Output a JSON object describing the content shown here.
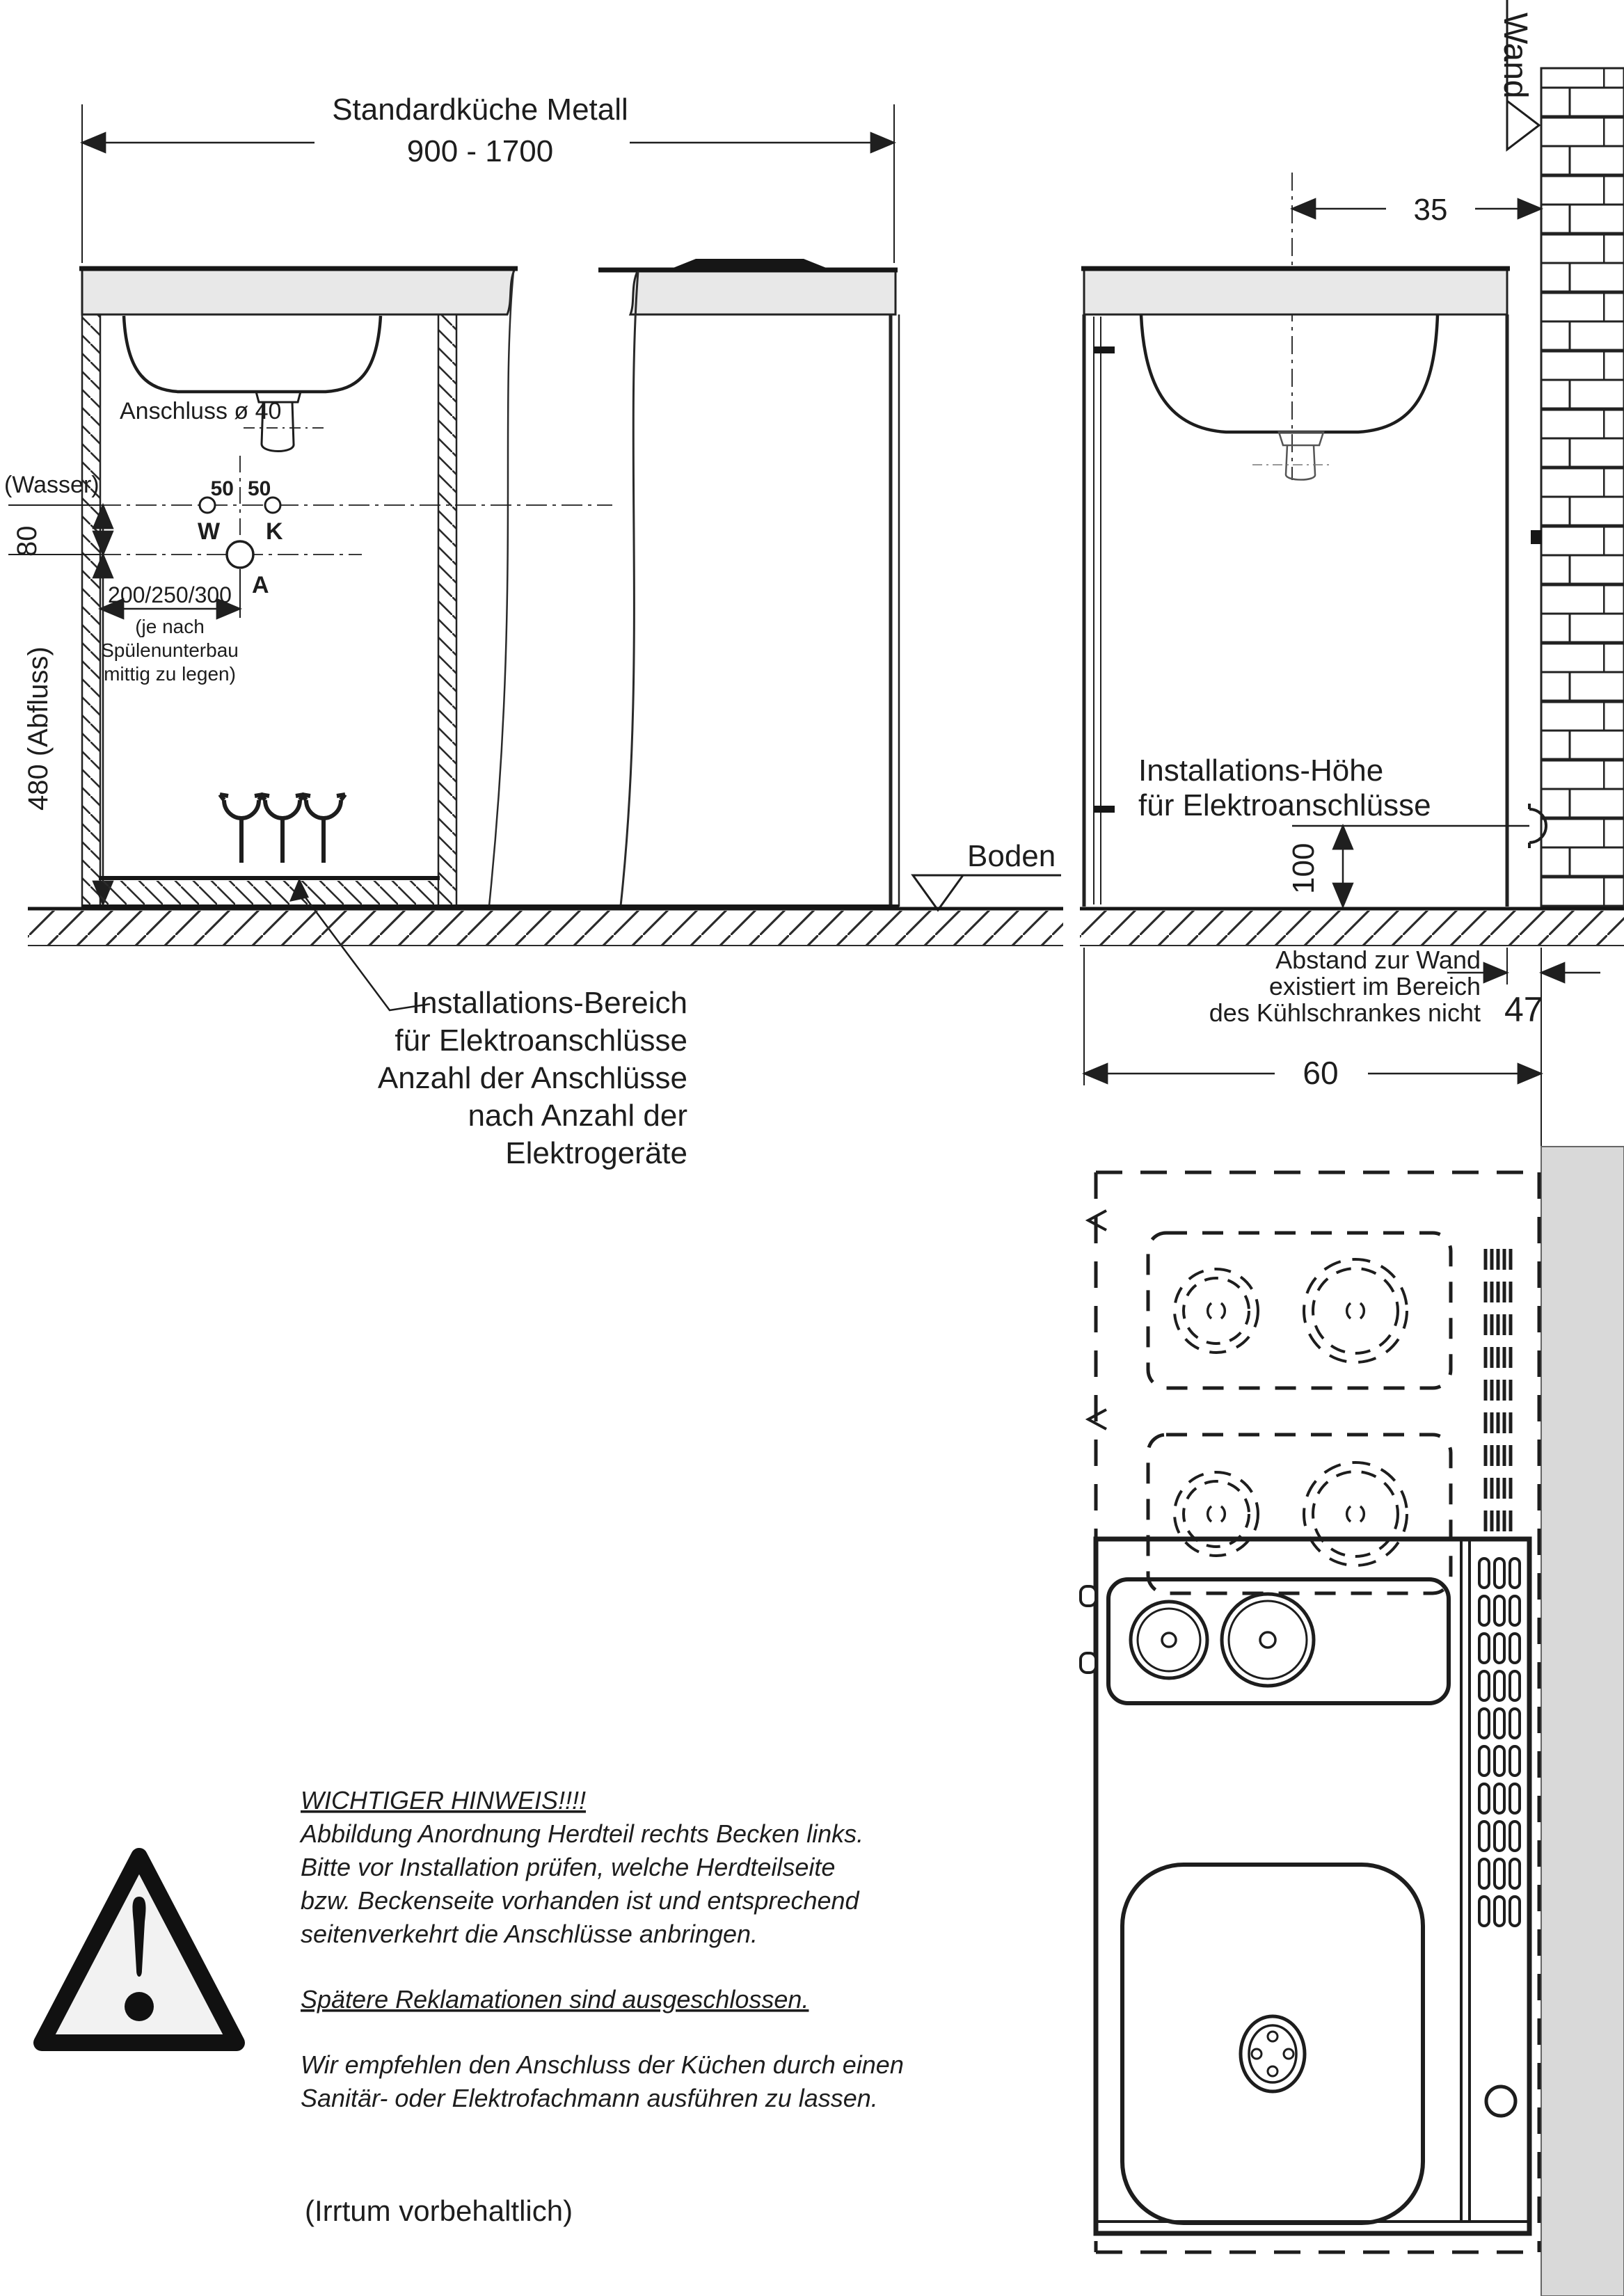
{
  "colors": {
    "line": "#1f1f1f",
    "counter_gray": "#e8e8e8",
    "wall_gray": "#d9d9d9",
    "cooktop_black": "#161616",
    "sign_fill": "#f2f2f2"
  },
  "title": {
    "line1": "Standardküche Metall",
    "line2": "900 - 1700"
  },
  "front_view": {
    "anschluss": "Anschluss ø 40",
    "wasser": "(Wasser)",
    "dim80": "80",
    "dim480": "480 (Abfluss)",
    "dim50_left": "50",
    "dim50_right": "50",
    "w": "W",
    "k": "K",
    "a": "A",
    "dim200": "200/250/300",
    "note1": "(je nach",
    "note2": "Spülenunterbau",
    "note3": "mittig zu legen)",
    "boden": "Boden",
    "bereich1": "Installations-Bereich",
    "bereich2": "für Elektroanschlüsse",
    "bereich3": "Anzahl der Anschlüsse",
    "bereich4": "nach Anzahl der",
    "bereich5": "Elektrogeräte"
  },
  "side_view": {
    "wand": "Wand",
    "dim35": "35",
    "hoehe1": "Installations-Höhe",
    "hoehe2": "für Elektroanschlüsse",
    "dim100": "100",
    "abstand1": "Abstand zur Wand",
    "abstand2": "existiert im Bereich",
    "abstand3": "des Kühlschrankes nicht",
    "dim47": "47",
    "dim60": "60"
  },
  "notice": {
    "heading": "WICHTIGER HINWEIS!!!!",
    "line1": "Abbildung  Anordnung Herdteil rechts  Becken links.",
    "line2": "Bitte vor Installation prüfen, welche Herdteilseite",
    "line3": "bzw. Beckenseite vorhanden ist und entsprechend",
    "line4": "seitenverkehrt die Anschlüsse anbringen.",
    "claim": "Spätere Reklamationen sind ausgeschlossen.",
    "rec1": "Wir empfehlen den Anschluss der Küchen durch einen",
    "rec2": "Sanitär- oder Elektrofachmann ausführen zu lassen.",
    "footer": "(Irrtum vorbehaltlich)"
  }
}
